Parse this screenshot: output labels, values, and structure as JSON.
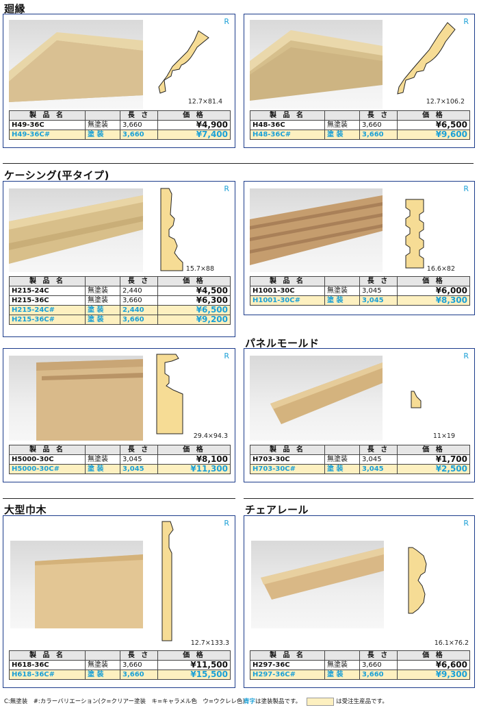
{
  "sections": [
    {
      "title": "廻縁",
      "x": 0
    },
    {
      "title": "ケーシング(平タイプ)"
    },
    {
      "title": "パネルモールド"
    },
    {
      "title": "大型巾木"
    },
    {
      "title": "チェアレール"
    }
  ],
  "r_mark": "R",
  "headers": {
    "name": "製 品 名",
    "len": "長 さ",
    "price": "価 格"
  },
  "cards": [
    {
      "dim": "12.7×81.4",
      "rows": [
        {
          "code": "H49-36C",
          "finish": "無塗装",
          "len": "3,660",
          "price": "¥4,900",
          "ct": false
        },
        {
          "code": "H49-36C#",
          "finish": "塗 装",
          "len": "3,660",
          "price": "¥7,400",
          "ct": true
        }
      ]
    },
    {
      "dim": "12.7×106.2",
      "rows": [
        {
          "code": "H48-36C",
          "finish": "無塗装",
          "len": "3,660",
          "price": "¥6,500",
          "ct": false
        },
        {
          "code": "H48-36C#",
          "finish": "塗 装",
          "len": "3,660",
          "price": "¥9,600",
          "ct": true
        }
      ]
    },
    {
      "dim": "15.7×88",
      "rows": [
        {
          "code": "H215-24C",
          "finish": "無塗装",
          "len": "2,440",
          "price": "¥4,500",
          "ct": false
        },
        {
          "code": "H215-36C",
          "finish": "無塗装",
          "len": "3,660",
          "price": "¥6,300",
          "ct": false
        },
        {
          "code": "H215-24C#",
          "finish": "塗 装",
          "len": "2,440",
          "price": "¥6,500",
          "ct": true
        },
        {
          "code": "H215-36C#",
          "finish": "塗 装",
          "len": "3,660",
          "price": "¥9,200",
          "ct": true
        }
      ]
    },
    {
      "dim": "16.6×82",
      "rows": [
        {
          "code": "H1001-30C",
          "finish": "無塗装",
          "len": "3,045",
          "price": "¥6,000",
          "ct": false
        },
        {
          "code": "H1001-30C#",
          "finish": "塗 装",
          "len": "3,045",
          "price": "¥8,300",
          "ct": true
        }
      ]
    },
    {
      "dim": "29.4×94.3",
      "rows": [
        {
          "code": "H5000-30C",
          "finish": "無塗装",
          "len": "3,045",
          "price": "¥8,100",
          "ct": false
        },
        {
          "code": "H5000-30C#",
          "finish": "塗 装",
          "len": "3,045",
          "price": "¥11,300",
          "ct": true
        }
      ]
    },
    {
      "dim": "11×19",
      "rows": [
        {
          "code": "H703-30C",
          "finish": "無塗装",
          "len": "3,045",
          "price": "¥1,700",
          "ct": false
        },
        {
          "code": "H703-30C#",
          "finish": "塗 装",
          "len": "3,045",
          "price": "¥2,500",
          "ct": true
        }
      ]
    },
    {
      "dim": "12.7×133.3",
      "rows": [
        {
          "code": "H618-36C",
          "finish": "無塗装",
          "len": "3,660",
          "price": "¥11,500",
          "ct": false
        },
        {
          "code": "H618-36C#",
          "finish": "塗 装",
          "len": "3,660",
          "price": "¥15,500",
          "ct": true
        }
      ]
    },
    {
      "dim": "16.1×76.2",
      "rows": [
        {
          "code": "H297-36C",
          "finish": "無塗装",
          "len": "3,660",
          "price": "¥6,600",
          "ct": false
        },
        {
          "code": "H297-36C#",
          "finish": "塗 装",
          "len": "3,660",
          "price": "¥9,300",
          "ct": true
        }
      ]
    }
  ],
  "footer": {
    "legend_left": "C:無塗装　#:カラーバリエーション(ク=クリアー塗装　キ=キャラメル色　ウ=ウクレレ色)",
    "blue_word": "青字",
    "blue_note": "は塗装製品です。",
    "swatch_note": "は受注生産品です。"
  },
  "colors": {
    "border": "#1a3a8a",
    "accent": "#1a9fd6",
    "highlight": "#fdf0c0",
    "wood": "#f6dc95"
  }
}
